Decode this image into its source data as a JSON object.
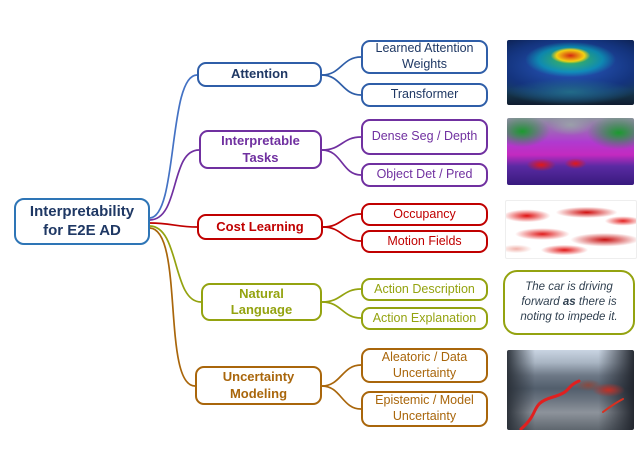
{
  "figure": {
    "title": "Interpretability for E2E AD"
  },
  "root": {
    "label": "Interpretability for E2E AD",
    "text_color": "#1F3864",
    "border_color": "#2E75B6"
  },
  "branches": [
    {
      "label": "Attention",
      "color": "#1F3864",
      "border_color": "#2F5EA8",
      "children": [
        {
          "label": "Learned Attention Weights"
        },
        {
          "label": "Transformer"
        }
      ],
      "illustration": "attention-heatmap-over-driving-scene"
    },
    {
      "label": "Interpretable Tasks",
      "color": "#7030A0",
      "border_color": "#7030A0",
      "children": [
        {
          "label": "Dense Seg / Depth"
        },
        {
          "label": "Object Det / Pred"
        }
      ],
      "illustration": "semantic-segmentation-scene"
    },
    {
      "label": "Cost Learning",
      "color": "#C00000",
      "border_color": "#C00000",
      "children": [
        {
          "label": "Occupancy"
        },
        {
          "label": "Motion Fields"
        }
      ],
      "illustration": "occupancy-cost-map"
    },
    {
      "label": "Natural Language",
      "color": "#94A310",
      "border_color": "#94A310",
      "children": [
        {
          "label": "Action Description"
        },
        {
          "label": "Action Explanation"
        }
      ],
      "illustration": "caption-bubble"
    },
    {
      "label": "Uncertainty Modeling",
      "color": "#A9660B",
      "border_color": "#A9660B",
      "children": [
        {
          "label": "Aleatoric / Data Uncertainty"
        },
        {
          "label": "Epistemic / Model Uncertainty"
        }
      ],
      "illustration": "street-scene-with-trajectory"
    }
  ],
  "caption": {
    "part1": "The car is driving forward ",
    "bold": "as",
    "part2": " there is noting to impede it."
  }
}
